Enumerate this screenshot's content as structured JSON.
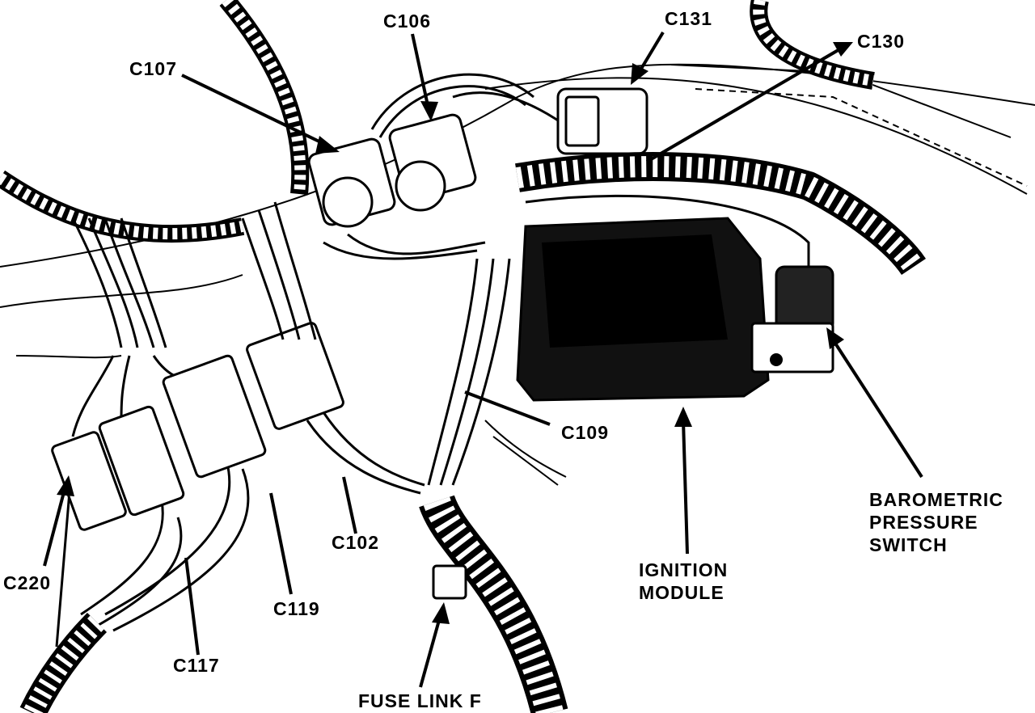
{
  "diagram": {
    "labels": {
      "c107": "C107",
      "c106": "C106",
      "c131": "C131",
      "c130": "C130",
      "c109": "C109",
      "c220": "C220",
      "c117": "C117",
      "c119": "C119",
      "c102": "C102",
      "fuse_link_f": "FUSE LINK F",
      "ignition_module_line1": "IGNITION",
      "ignition_module_line2": "MODULE",
      "baro_line1": "BAROMETRIC",
      "baro_line2": "PRESSURE",
      "baro_line3": "SWITCH"
    },
    "colors": {
      "ink": "#000000",
      "paper": "#ffffff"
    }
  }
}
